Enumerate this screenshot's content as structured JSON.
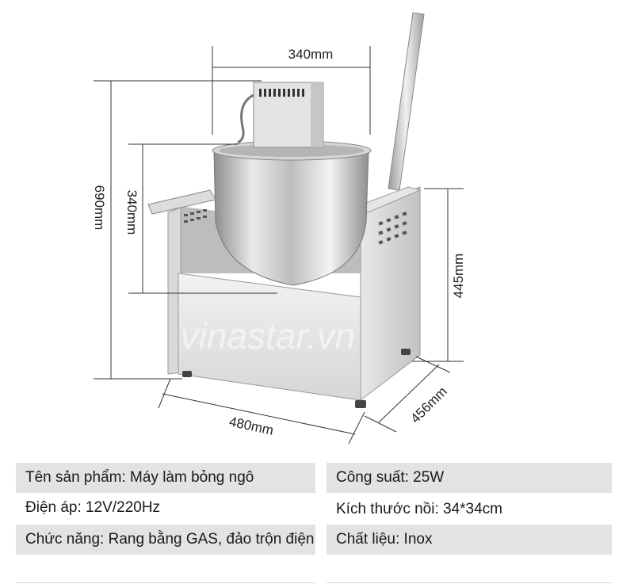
{
  "dimensions": {
    "top_width": "340mm",
    "total_height": "690mm",
    "pot_height": "340mm",
    "cabinet_height": "445mm",
    "base_width": "480mm",
    "base_depth": "456mm"
  },
  "watermark": "vinastar.vn",
  "specs": {
    "product_name": "Tên sản phẩm: Máy làm bỏng ngô",
    "power": "Công suất: 25W",
    "voltage": "Điện áp: 12V/220Hz",
    "pot_size": "Kích thước nồi: 34*34cm",
    "function": "Chức năng: Rang bằng GAS, đảo trộn điện",
    "material": "Chất liệu: Inox"
  },
  "colors": {
    "row_shade": "#e3e3e3",
    "steel_light": "#eeeeee",
    "steel_dark": "#a9a9a9"
  }
}
